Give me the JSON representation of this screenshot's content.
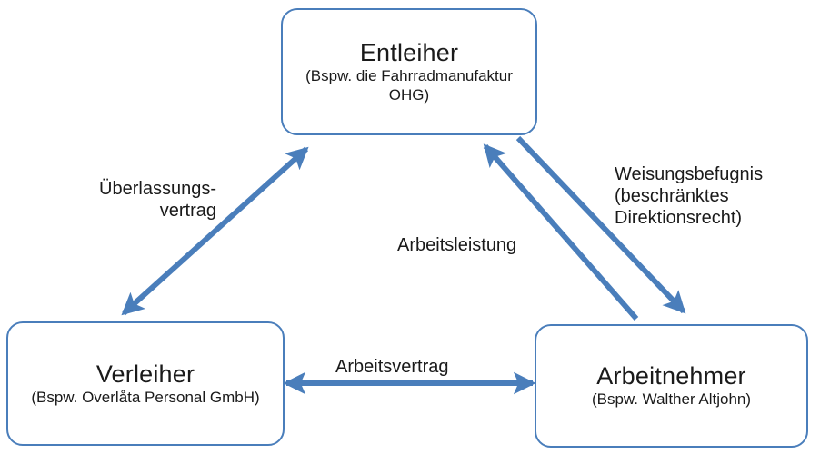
{
  "diagram": {
    "title": "Arbeitnehmerueberlassung Dreiecksverhaeltnis",
    "accent_color": "#4a7ebb",
    "background_color": "#ffffff",
    "text_color": "#1a1a1a"
  },
  "nodes": {
    "entleiher": {
      "title": "Entleiher",
      "subtitle": "(Bspw. die\nFahrradmanufaktur OHG)"
    },
    "verleiher": {
      "title": "Verleiher",
      "subtitle": "(Bspw. Overlåta Personal\nGmbH)"
    },
    "arbeitnehmer": {
      "title": "Arbeitnehmer",
      "subtitle": "(Bspw. Walther Altjohn)"
    }
  },
  "edges": {
    "ueberlassungsvertrag": {
      "label": "Überlassungs-\nvertrag",
      "from": "verleiher",
      "to": "entleiher",
      "direction": "bidirectional"
    },
    "weisungsbefugnis": {
      "label": "Weisungsbefugnis\n(beschränktes\nDirektionsrecht)",
      "from": "entleiher",
      "to": "arbeitnehmer",
      "direction": "forward"
    },
    "arbeitsleistung": {
      "label": "Arbeitsleistung",
      "from": "arbeitnehmer",
      "to": "entleiher",
      "direction": "forward"
    },
    "arbeitsvertrag": {
      "label": "Arbeitsvertrag",
      "from": "verleiher",
      "to": "arbeitnehmer",
      "direction": "bidirectional"
    }
  }
}
